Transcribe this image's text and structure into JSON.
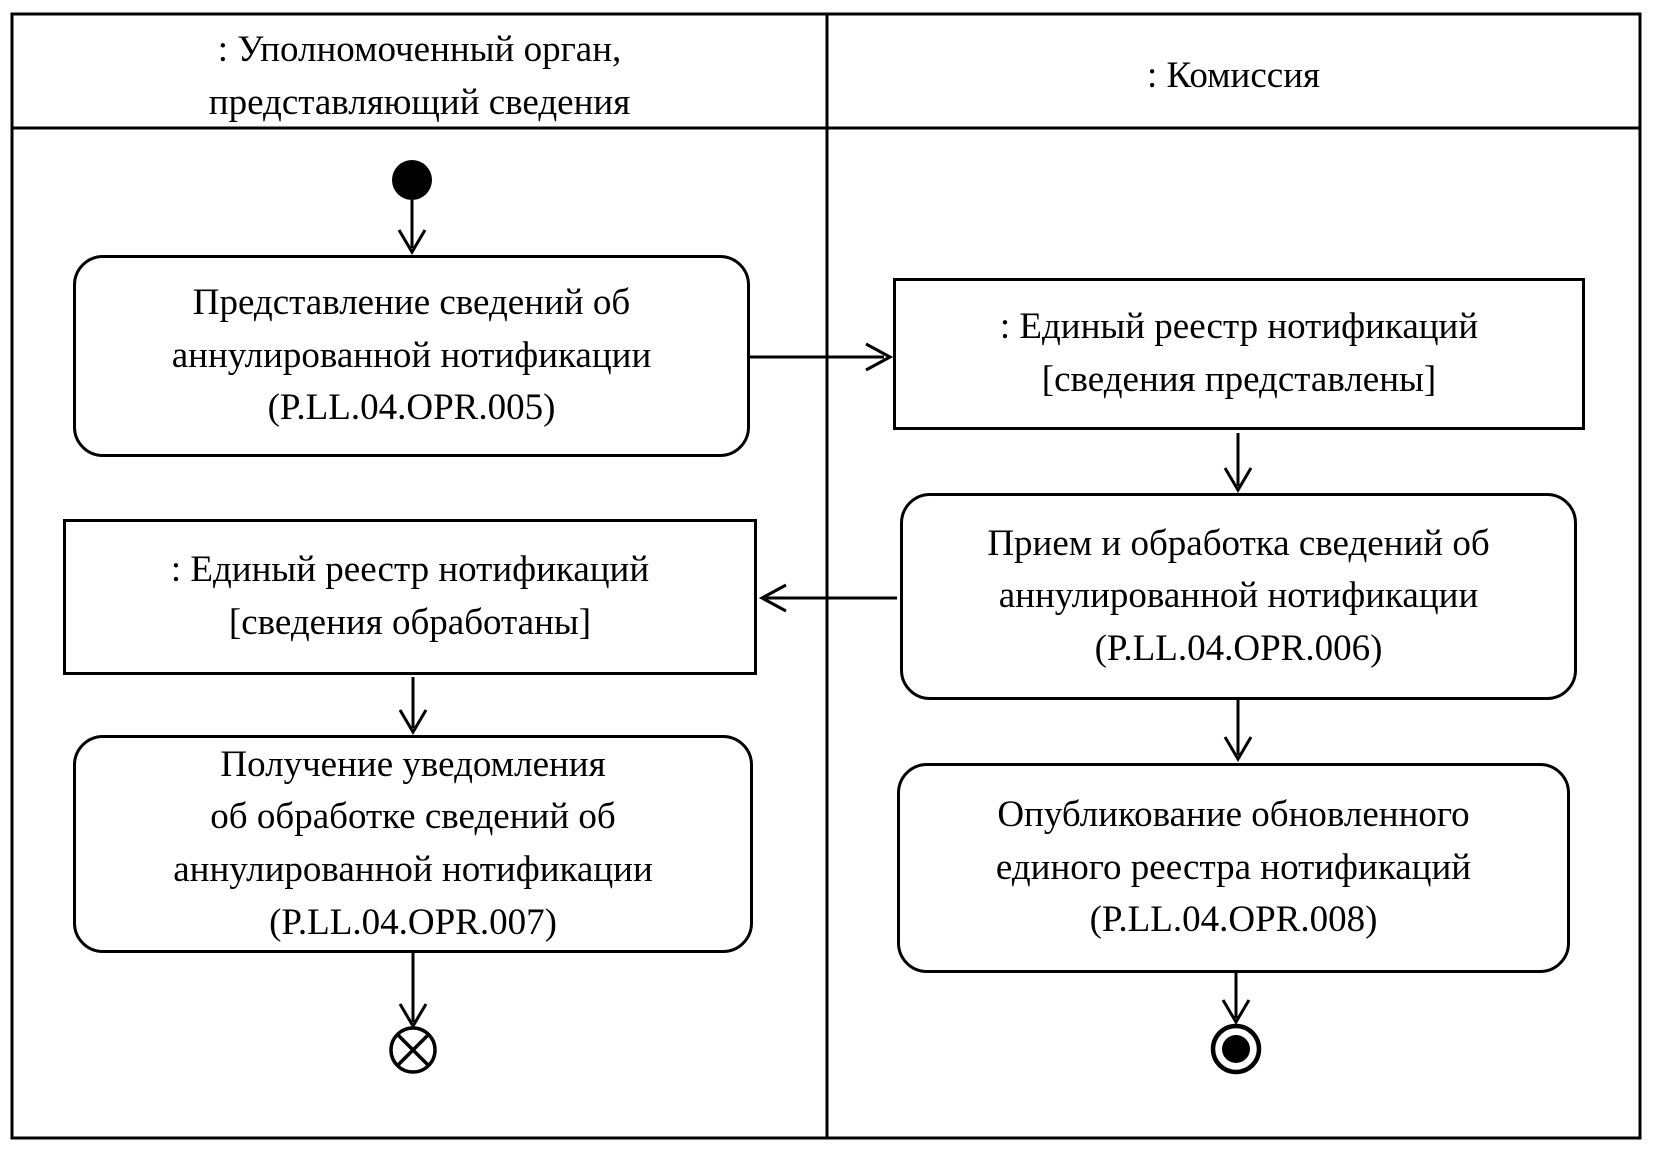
{
  "diagram": {
    "kind": "uml-activity-swimlane-diagram",
    "colors": {
      "line": "#000000",
      "background": "#ffffff",
      "text": "#000000"
    },
    "lanes": [
      {
        "id": "lane-authorized-body",
        "header": ": Уполномоченный орган,\nпредставляющий сведения"
      },
      {
        "id": "lane-commission",
        "header": ": Комиссия"
      }
    ],
    "nodes": [
      {
        "id": "start",
        "type": "initial-node",
        "lane": 0
      },
      {
        "id": "act-005",
        "type": "action",
        "lane": 0,
        "label": "Представление сведений об\nаннулированной нотификации\n(P.LL.04.OPR.005)"
      },
      {
        "id": "obj-represented",
        "type": "object-node",
        "lane": 1,
        "label": ": Единый реестр нотификаций\n[сведения представлены]"
      },
      {
        "id": "act-006",
        "type": "action",
        "lane": 1,
        "label": "Прием и обработка сведений об\nаннулированной нотификации\n(P.LL.04.OPR.006)"
      },
      {
        "id": "obj-processed",
        "type": "object-node",
        "lane": 0,
        "label": ": Единый реестр нотификаций\n[сведения обработаны]"
      },
      {
        "id": "act-007",
        "type": "action",
        "lane": 0,
        "label": "Получение уведомления\nоб обработке сведений об\nаннулированной нотификации\n(P.LL.04.OPR.007)"
      },
      {
        "id": "act-008",
        "type": "action",
        "lane": 1,
        "label": "Опубликование обновленного\nединого реестра нотификаций\n(P.LL.04.OPR.008)"
      },
      {
        "id": "flow-final",
        "type": "flow-final-node",
        "lane": 0
      },
      {
        "id": "activity-final",
        "type": "activity-final-node",
        "lane": 1
      }
    ],
    "edges": [
      {
        "from": "start",
        "to": "act-005"
      },
      {
        "from": "act-005",
        "to": "obj-represented"
      },
      {
        "from": "obj-represented",
        "to": "act-006"
      },
      {
        "from": "act-006",
        "to": "obj-processed"
      },
      {
        "from": "obj-processed",
        "to": "act-007"
      },
      {
        "from": "act-007",
        "to": "flow-final"
      },
      {
        "from": "act-006",
        "to": "act-008"
      },
      {
        "from": "act-008",
        "to": "activity-final"
      }
    ]
  }
}
